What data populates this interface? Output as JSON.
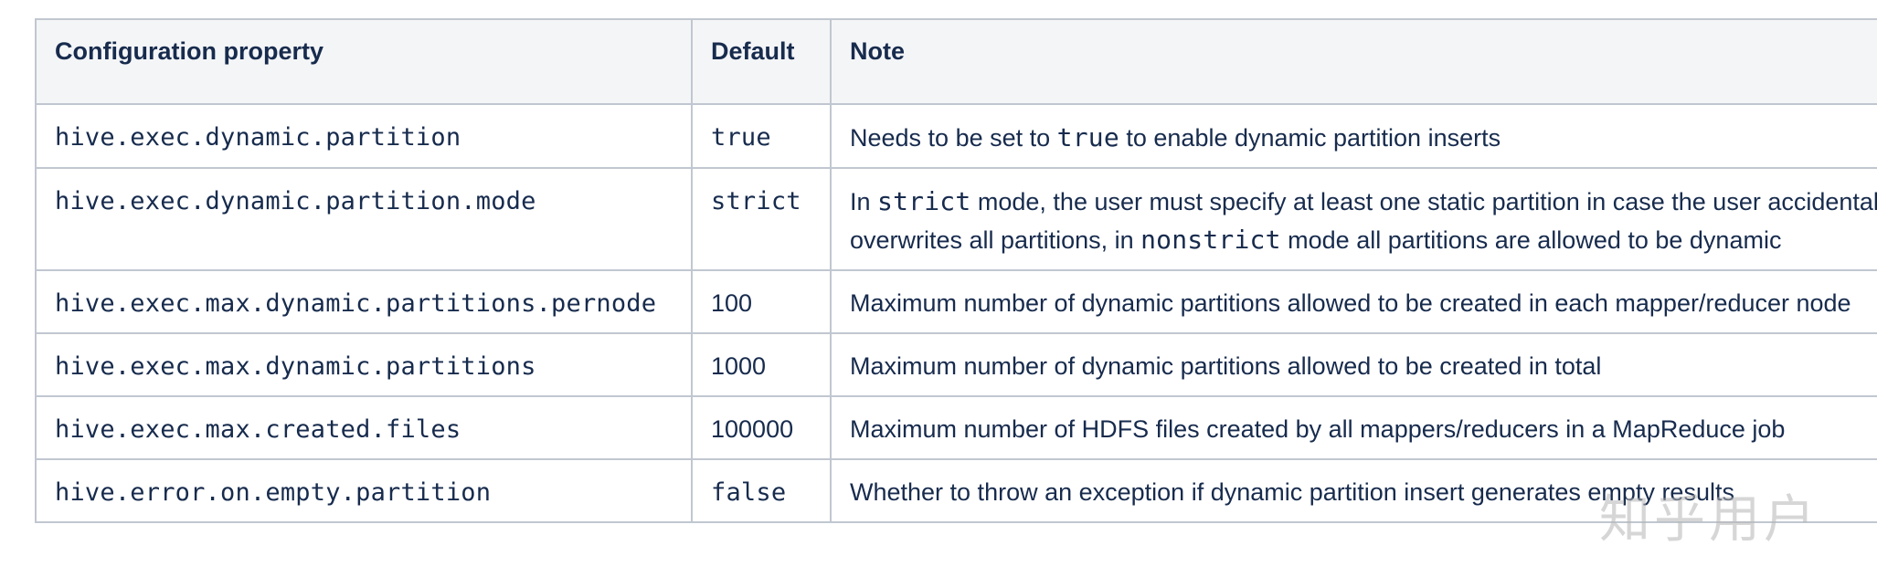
{
  "table": {
    "headers": {
      "property": "Configuration property",
      "default": "Default",
      "note": "Note"
    },
    "rows": [
      {
        "property": "hive.exec.dynamic.partition",
        "default": "true",
        "default_is_code": true,
        "note": [
          {
            "text": "Needs to be set to ",
            "code": false
          },
          {
            "text": "true",
            "code": true
          },
          {
            "text": " to enable dynamic partition inserts",
            "code": false
          }
        ]
      },
      {
        "property": "hive.exec.dynamic.partition.mode",
        "default": "strict",
        "default_is_code": true,
        "note": [
          {
            "text": "In ",
            "code": false
          },
          {
            "text": "strict",
            "code": true
          },
          {
            "text": " mode, the user must specify at least one static partition in case the user accidentally overwrites all partitions, in ",
            "code": false
          },
          {
            "text": "nonstrict",
            "code": true
          },
          {
            "text": " mode all partitions are allowed to be dynamic",
            "code": false
          }
        ]
      },
      {
        "property": "hive.exec.max.dynamic.partitions.pernode",
        "default": "100",
        "default_is_code": false,
        "note": [
          {
            "text": "Maximum number of dynamic partitions allowed to be created in each mapper/reducer node",
            "code": false
          }
        ]
      },
      {
        "property": "hive.exec.max.dynamic.partitions",
        "default": "1000",
        "default_is_code": false,
        "note": [
          {
            "text": "Maximum number of dynamic partitions allowed to be created in total",
            "code": false
          }
        ]
      },
      {
        "property": "hive.exec.max.created.files",
        "default": "100000",
        "default_is_code": false,
        "note": [
          {
            "text": "Maximum number of HDFS files created by all mappers/reducers in a MapReduce job",
            "code": false
          }
        ]
      },
      {
        "property": "hive.error.on.empty.partition",
        "default": "false",
        "default_is_code": true,
        "note": [
          {
            "text": "Whether to throw an exception if dynamic partition insert generates empty results",
            "code": false
          }
        ]
      }
    ]
  },
  "watermark": "知乎用户",
  "colors": {
    "text": "#172b4d",
    "border": "#c1c7d0",
    "header_bg": "#f4f5f7"
  }
}
